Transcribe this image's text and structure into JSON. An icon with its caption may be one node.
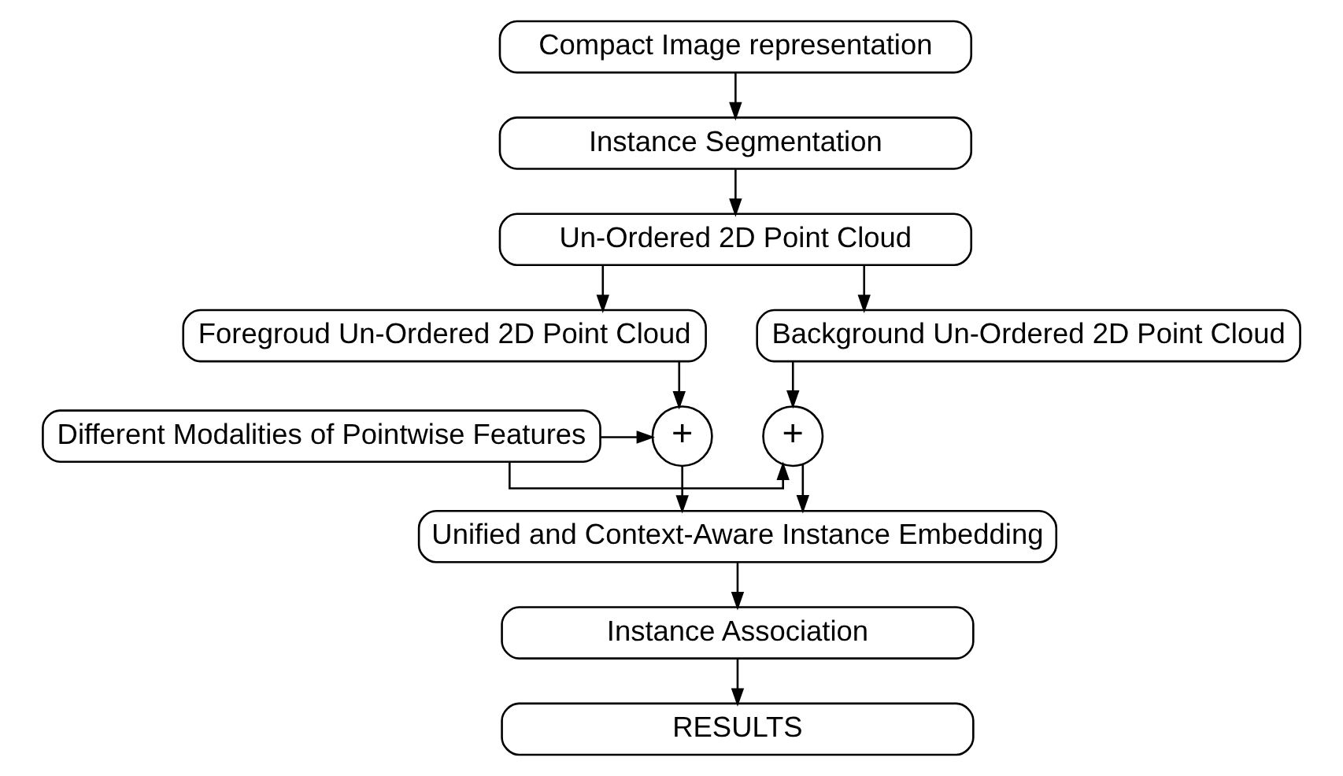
{
  "diagram": {
    "nodes": [
      {
        "text": [
          "Compact Image representation"
        ]
      },
      {
        "text": [
          "Instance Segmentation"
        ]
      },
      {
        "text": [
          "Un-Ordered 2D Point Cloud"
        ]
      },
      {
        "text": [
          "Foregroud Un-Ordered 2D Point Cloud"
        ]
      },
      {
        "text": [
          "Background Un-Ordered 2D Point Cloud"
        ]
      },
      {
        "text": [
          "+"
        ]
      },
      {
        "text": [
          "Different Modalities of Pointwise Features"
        ]
      },
      {
        "text": [
          "+"
        ]
      },
      {
        "text": [
          "Unified and Context-Aware Instance Embedding"
        ]
      },
      {
        "text": [
          "Instance Association"
        ]
      },
      {
        "text": [
          "RESULTS"
        ]
      }
    ],
    "edges": [
      {
        "from": 0,
        "to": 1,
        "arrow": "to"
      },
      {
        "from": 1,
        "to": 2,
        "arrow": "to"
      },
      {
        "from": 2,
        "to": 3,
        "arrow": "to"
      },
      {
        "from": 2,
        "to": 4,
        "arrow": "to"
      },
      {
        "from": 3,
        "to": 5,
        "arrow": "to"
      },
      {
        "from": 6,
        "to": 5,
        "arrow": "to"
      },
      {
        "from": 6,
        "to": 7,
        "arrow": "to"
      },
      {
        "from": 4,
        "to": 7,
        "arrow": "to"
      },
      {
        "from": 5,
        "to": 8,
        "arrow": "to"
      },
      {
        "from": 7,
        "to": 8,
        "arrow": "to"
      },
      {
        "from": 8,
        "to": 9,
        "arrow": "to"
      },
      {
        "from": 9,
        "to": 10,
        "arrow": "to"
      }
    ]
  }
}
